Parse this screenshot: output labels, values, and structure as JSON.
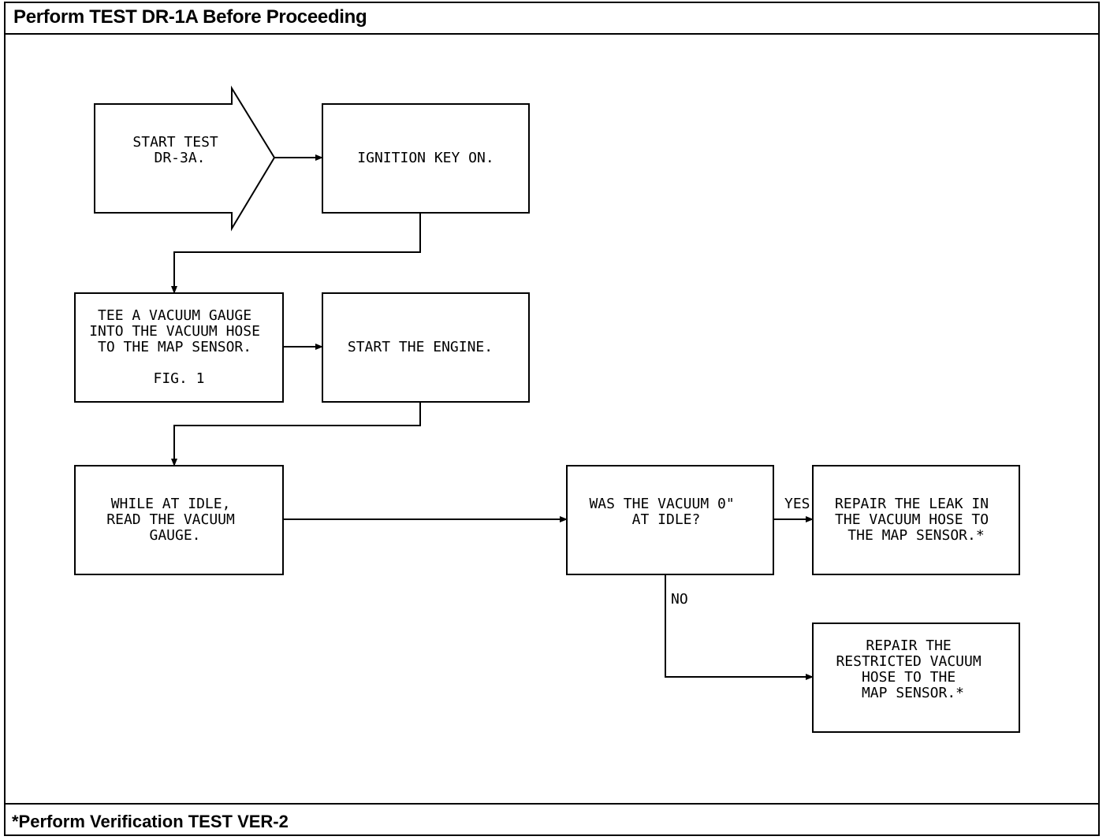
{
  "header": {
    "title": "Perform TEST DR-1A Before Proceeding"
  },
  "footer": {
    "note": "*Perform Verification TEST VER-2"
  },
  "nodes": {
    "start": [
      "START TEST",
      "DR-3A."
    ],
    "ignition": [
      "IGNITION KEY ON."
    ],
    "tee": [
      "TEE A VACUUM GAUGE",
      "INTO THE VACUUM HOSE",
      "TO THE MAP SENSOR.",
      "",
      "FIG. 1"
    ],
    "start_engine": [
      "START THE ENGINE."
    ],
    "read_gauge": [
      "WHILE AT IDLE,",
      "READ THE VACUUM",
      "GAUGE."
    ],
    "decision": [
      "WAS THE VACUUM 0\"",
      "AT IDLE?"
    ],
    "repair_leak": [
      "REPAIR THE LEAK IN",
      "THE VACUUM HOSE TO",
      "THE MAP SENSOR.*"
    ],
    "repair_restricted": [
      "REPAIR THE",
      "RESTRICTED VACUUM",
      "HOSE TO THE",
      "MAP SENSOR.*"
    ]
  },
  "edges": {
    "yes": "YES",
    "no": "NO"
  }
}
